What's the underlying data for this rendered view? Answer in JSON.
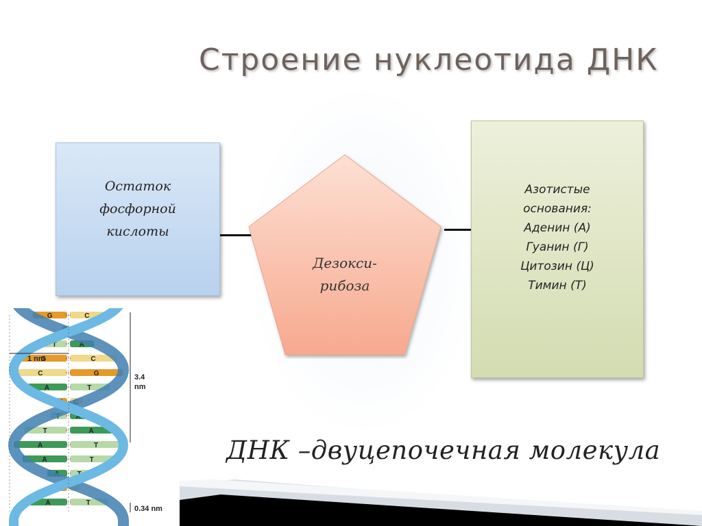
{
  "title": "Строение нуклеотида ДНК",
  "phosphate": {
    "lines": [
      "Остаток",
      "фосфорной",
      "кислоты"
    ]
  },
  "sugar": {
    "lines": [
      "Дезокси-",
      "рибоза"
    ]
  },
  "bases": {
    "lines": [
      "Азотистые",
      "основания:",
      "Аденин (А)",
      "Гуанин (Г)",
      "Цитозин (Ц)",
      "Тимин (Т)"
    ]
  },
  "subtitle": "ДНК –двуцепочечная молекула",
  "dna_figure": {
    "width_label": "1 nm",
    "pitch_label": [
      "3.4",
      "nm"
    ],
    "rise_label": "0.34 nm",
    "pairs": [
      [
        "G",
        "C"
      ],
      [
        "A",
        "T"
      ],
      [
        "T",
        "A"
      ],
      [
        "G",
        "C"
      ],
      [
        "C",
        "G"
      ],
      [
        "A",
        "T"
      ],
      [
        "G",
        "C"
      ],
      [
        "T",
        "A"
      ],
      [
        "T",
        "A"
      ],
      [
        "A",
        "T"
      ],
      [
        "A",
        "T"
      ],
      [
        "A",
        "T"
      ],
      [
        "G",
        "C"
      ],
      [
        "A",
        "T"
      ]
    ]
  },
  "colors": {
    "phosphate_box": "#c7dbf2",
    "sugar_pentagon": "#f9b9a3",
    "bases_box": "#e1e6c4",
    "title": "#6e625c",
    "helix_backbone": "#5aa9d6",
    "base_G": "#e59a2b",
    "base_C": "#efd98a",
    "base_A": "#3e9a59",
    "base_T": "#b7d9a7"
  }
}
